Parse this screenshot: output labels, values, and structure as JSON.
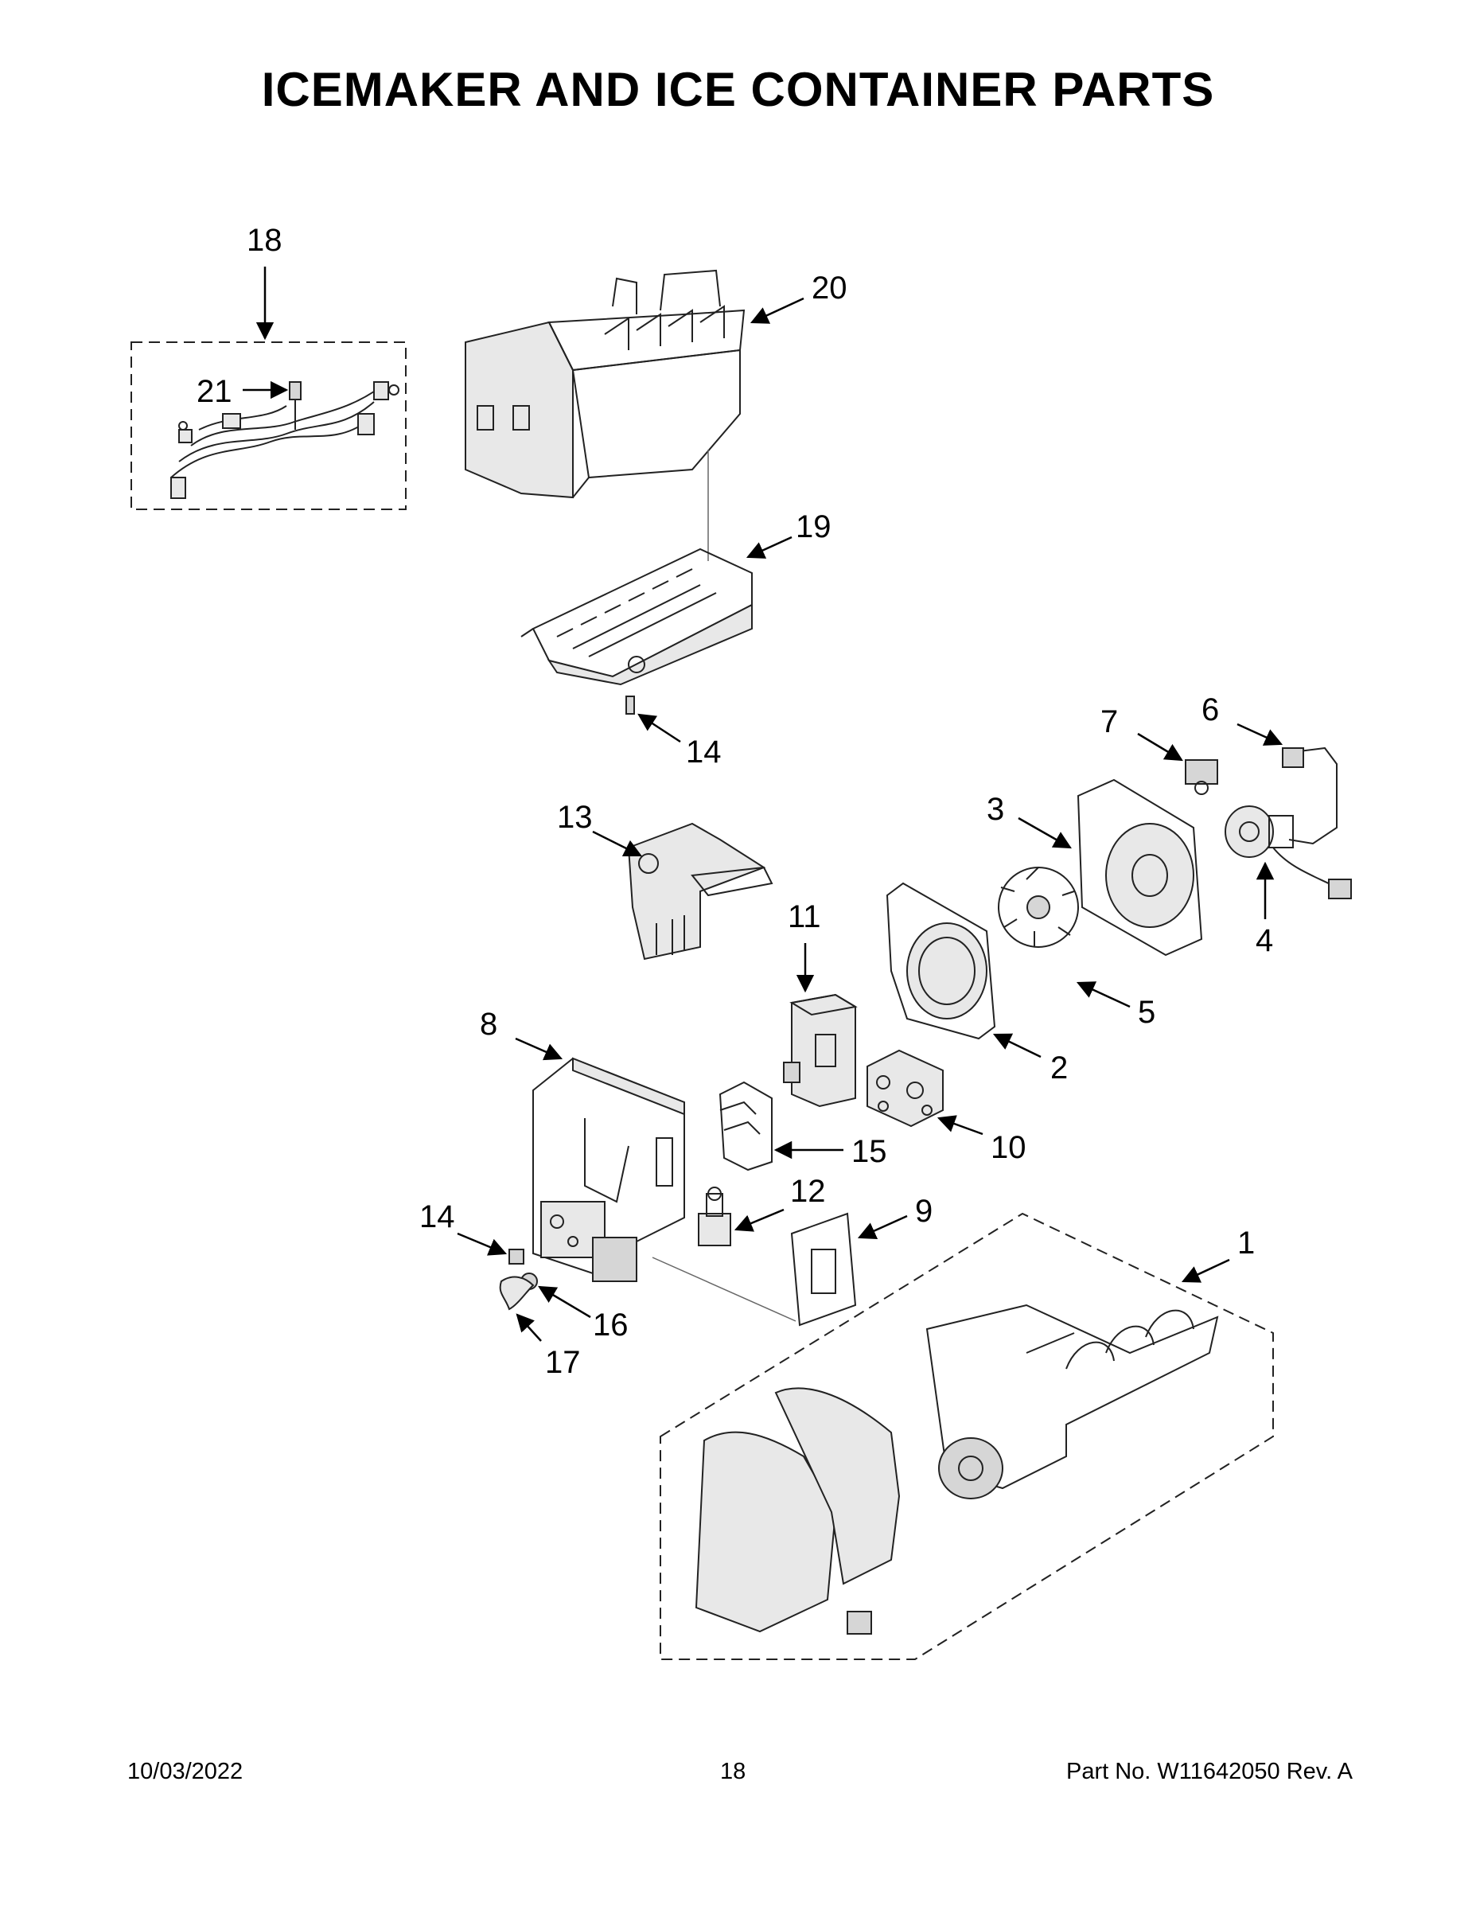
{
  "page": {
    "title": "ICEMAKER AND ICE CONTAINER PARTS",
    "footer": {
      "date": "10/03/2022",
      "page_number": "18",
      "part_number": "Part No.  W11642050  Rev.  A"
    }
  },
  "callouts": [
    {
      "id": "c1",
      "label": "1"
    },
    {
      "id": "c2",
      "label": "2"
    },
    {
      "id": "c3",
      "label": "3"
    },
    {
      "id": "c4",
      "label": "4"
    },
    {
      "id": "c5",
      "label": "5"
    },
    {
      "id": "c6",
      "label": "6"
    },
    {
      "id": "c7",
      "label": "7"
    },
    {
      "id": "c8",
      "label": "8"
    },
    {
      "id": "c9",
      "label": "9"
    },
    {
      "id": "c10",
      "label": "10"
    },
    {
      "id": "c11",
      "label": "11"
    },
    {
      "id": "c12",
      "label": "12"
    },
    {
      "id": "c13",
      "label": "13"
    },
    {
      "id": "c14a",
      "label": "14"
    },
    {
      "id": "c14b",
      "label": "14"
    },
    {
      "id": "c15",
      "label": "15"
    },
    {
      "id": "c16",
      "label": "16"
    },
    {
      "id": "c17",
      "label": "17"
    },
    {
      "id": "c18",
      "label": "18"
    },
    {
      "id": "c19",
      "label": "19"
    },
    {
      "id": "c20",
      "label": "20"
    },
    {
      "id": "c21",
      "label": "21"
    }
  ]
}
